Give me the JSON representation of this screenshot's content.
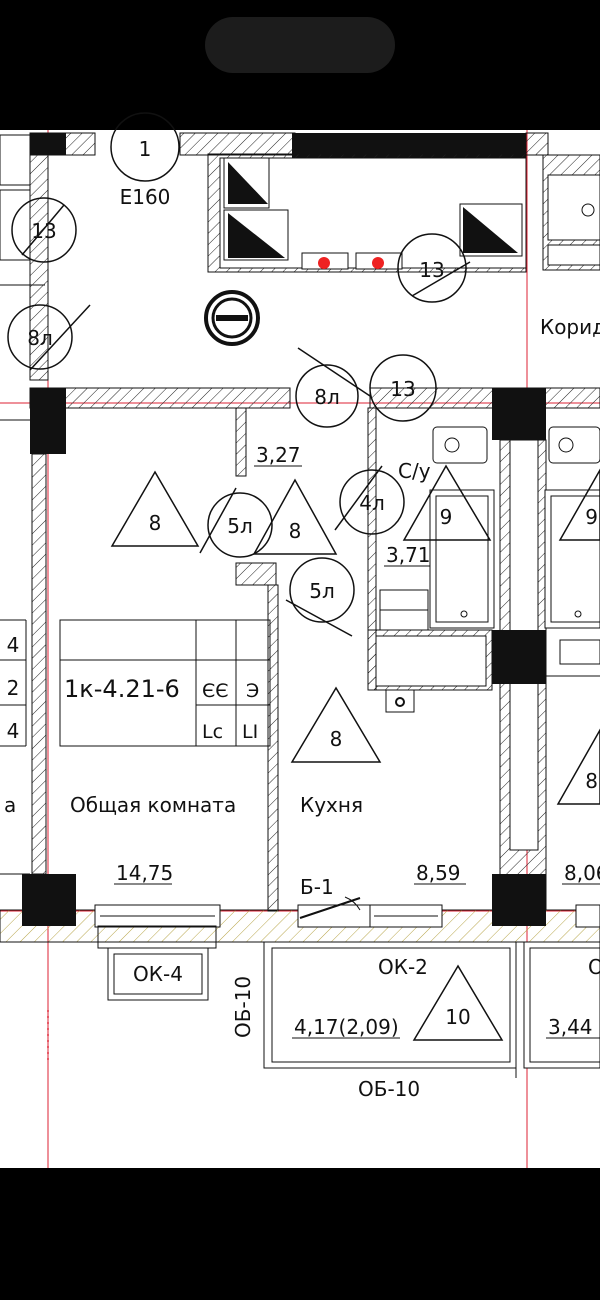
{
  "plan": {
    "apartment_code": "1к-4.21-6",
    "code_marks": [
      "ЄЄ",
      "Э",
      "Lc",
      "LI"
    ],
    "side_table_digits": [
      "4",
      "2",
      "4"
    ],
    "side_label_fragment": "а",
    "rooms": [
      {
        "name": "Общая комната",
        "area": "14,75"
      },
      {
        "name": "Кухня",
        "area": "8,59"
      },
      {
        "name": "С/у",
        "area": "3,71"
      },
      {
        "name": "",
        "area": "3,27"
      },
      {
        "name": "",
        "area": "8,06"
      },
      {
        "name": "Корид",
        "area": ""
      }
    ],
    "loggia_area": "4,17(2,09)",
    "loggia_area_right": "3,44",
    "door_label": "E160",
    "balcony_door": "Б-1",
    "windows": [
      "ОК-4",
      "ОК-2",
      "О"
    ],
    "fence": [
      "ОБ-10",
      "ОБ-10"
    ],
    "circle_marks": [
      "1",
      "13",
      "13",
      "13",
      "8л",
      "8л",
      "5л",
      "5л",
      "4л"
    ],
    "triangle_marks": [
      "8",
      "8",
      "8",
      "9",
      "10",
      "8",
      "9"
    ]
  }
}
